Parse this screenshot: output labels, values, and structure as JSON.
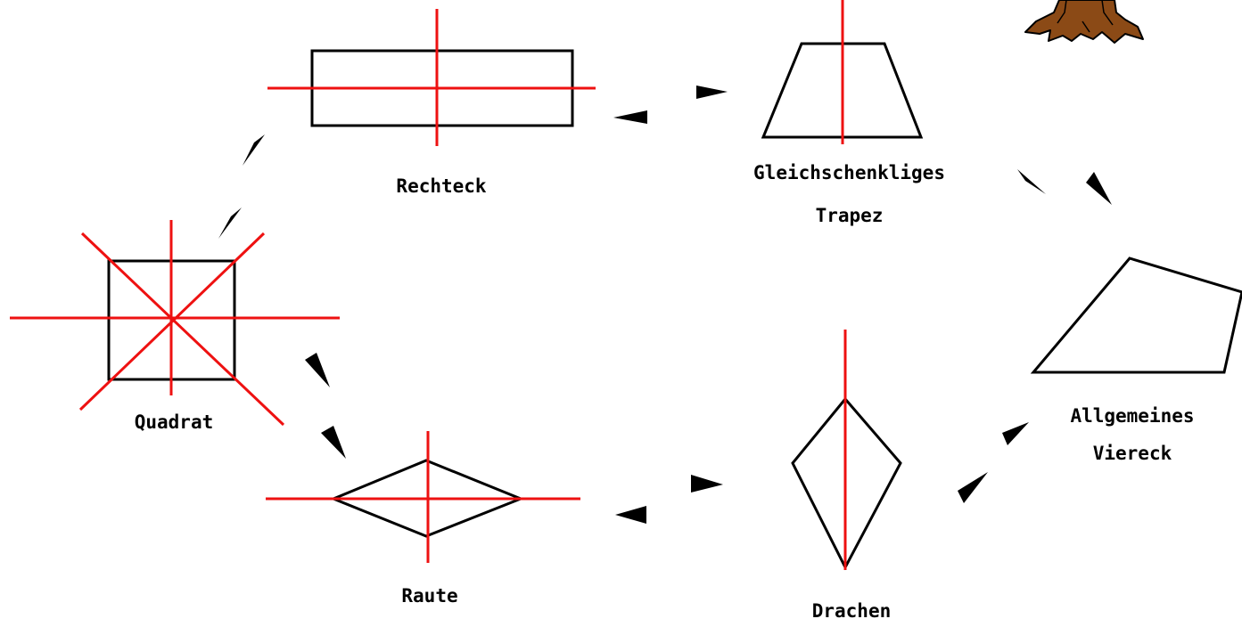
{
  "colors": {
    "shape_outline": "#000000",
    "symmetry_axis": "#ee1111",
    "arrow": "#000000",
    "tree_trunk": "#8b4a16",
    "background": "#ffffff"
  },
  "shapes": {
    "rechteck": {
      "label": "Rechteck",
      "symmetry_axes": 2
    },
    "trapez": {
      "label_line1": "Gleichschenkliges",
      "label_line2": "Trapez",
      "symmetry_axes": 1
    },
    "quadrat": {
      "label": "Quadrat",
      "symmetry_axes": 4
    },
    "raute": {
      "label": "Raute",
      "symmetry_axes": 2
    },
    "drachen": {
      "label": "Drachen",
      "symmetry_axes": 1
    },
    "viereck": {
      "label_line1": "Allgemeines",
      "label_line2": "Viereck",
      "symmetry_axes": 0
    }
  },
  "decoration": {
    "icon": "tree-roots-icon"
  }
}
